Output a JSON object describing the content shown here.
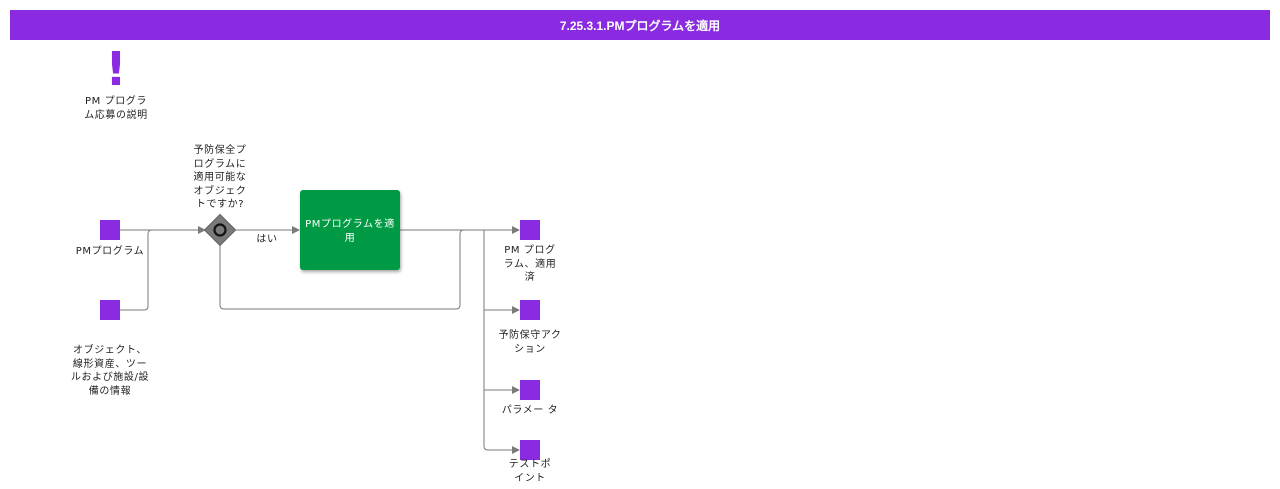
{
  "title": "7.25.3.1.PMプログラムを適用",
  "colors": {
    "title_bar": "#8a2be2",
    "data_object": "#8a2be2",
    "task": "#009944",
    "gateway": "#7a7a7a",
    "connector": "#7a7a7a",
    "exclamation": "#8a2be2"
  },
  "annotation": {
    "icon": "exclamation-icon",
    "text": "PM プログラ\nム応募の説明"
  },
  "inputs": {
    "pm_program": "PMプログラム",
    "objects": "オブジェクト、\n線形資産、ツー\nルおよび施設/設\n備の情報"
  },
  "gateway": {
    "icon": "gateway-diamond-icon",
    "question": "予防保全プ\nログラムに\n適用可能な\nオブジェク\nトですか?",
    "yes_label": "はい"
  },
  "task": {
    "label": "PMプログラムを適\n用"
  },
  "outputs": {
    "pm_program_applied": "PM プログ\nラム、適用\n済",
    "preventive_action": "予防保守アク\nション",
    "parameter": "パラメー タ",
    "test_point": "テストポ\nイント"
  }
}
